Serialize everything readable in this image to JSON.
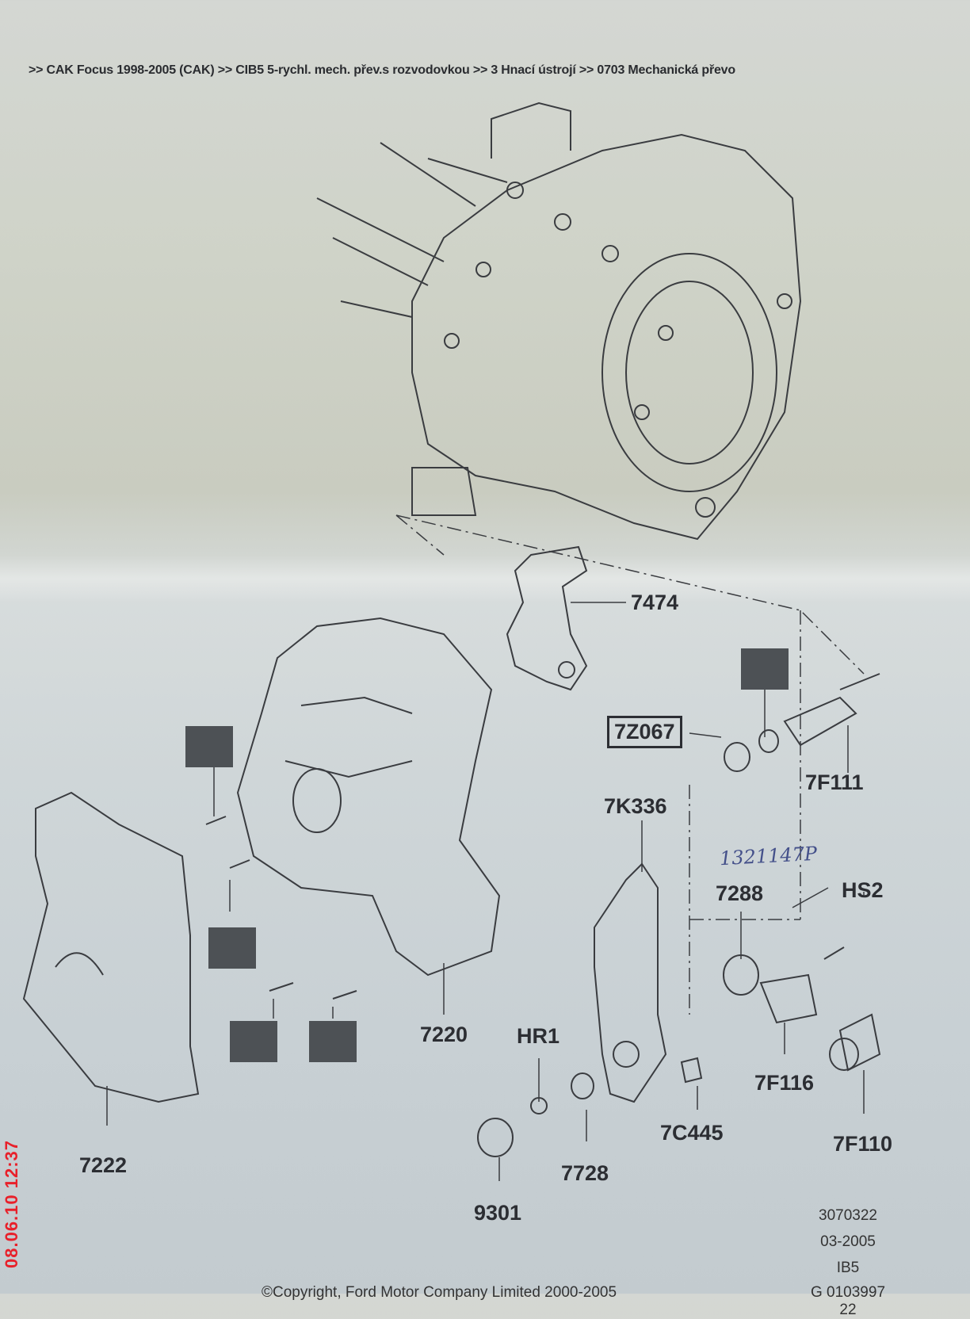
{
  "header": {
    "breadcrumb": ">> CAK Focus 1998-2005 (CAK)  >> CIB5 5-rychl. mech. přev.s rozvodovkou >> 3 Hnací ústrojí >> 0703 Mechanická převo"
  },
  "part_labels": {
    "p7474": "7474",
    "p7Z067": "7Z067",
    "p7F111": "7F111",
    "p7K336": "7K336",
    "p7288": "7288",
    "pHS2": "HS2",
    "p7220": "7220",
    "p7222": "7222",
    "pHR1": "HR1",
    "p7728": "7728",
    "p9301": "9301",
    "p7C445": "7C445",
    "p7F116": "7F116",
    "p7F110": "7F110"
  },
  "handwritten_note": "1321147P",
  "footer": {
    "illustration_no": "3070322",
    "date": "03-2005",
    "model": "IB5",
    "ref": "G 0103997 22",
    "copyright": "©Copyright, Ford Motor Company Limited 2000-2005"
  },
  "photo_timestamp": "08.06.10 12:37"
}
